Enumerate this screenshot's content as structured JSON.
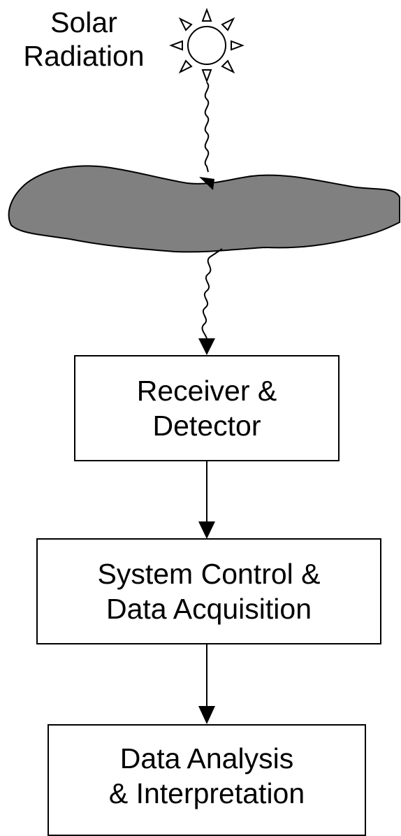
{
  "source_label": {
    "line1": "Solar",
    "line2": "Radiation"
  },
  "boxes": {
    "receiver": {
      "line1": "Receiver &",
      "line2": "Detector"
    },
    "system": {
      "line1": "System Control &",
      "line2": "Data Acquisition"
    },
    "analysis": {
      "line1": "Data Analysis",
      "line2": "& Interpretation"
    }
  },
  "colors": {
    "cloud_fill": "#808080",
    "stroke": "#000000",
    "background": "#ffffff"
  },
  "icons": {
    "sun": "sun-icon",
    "cloud": "cloud-shape"
  }
}
